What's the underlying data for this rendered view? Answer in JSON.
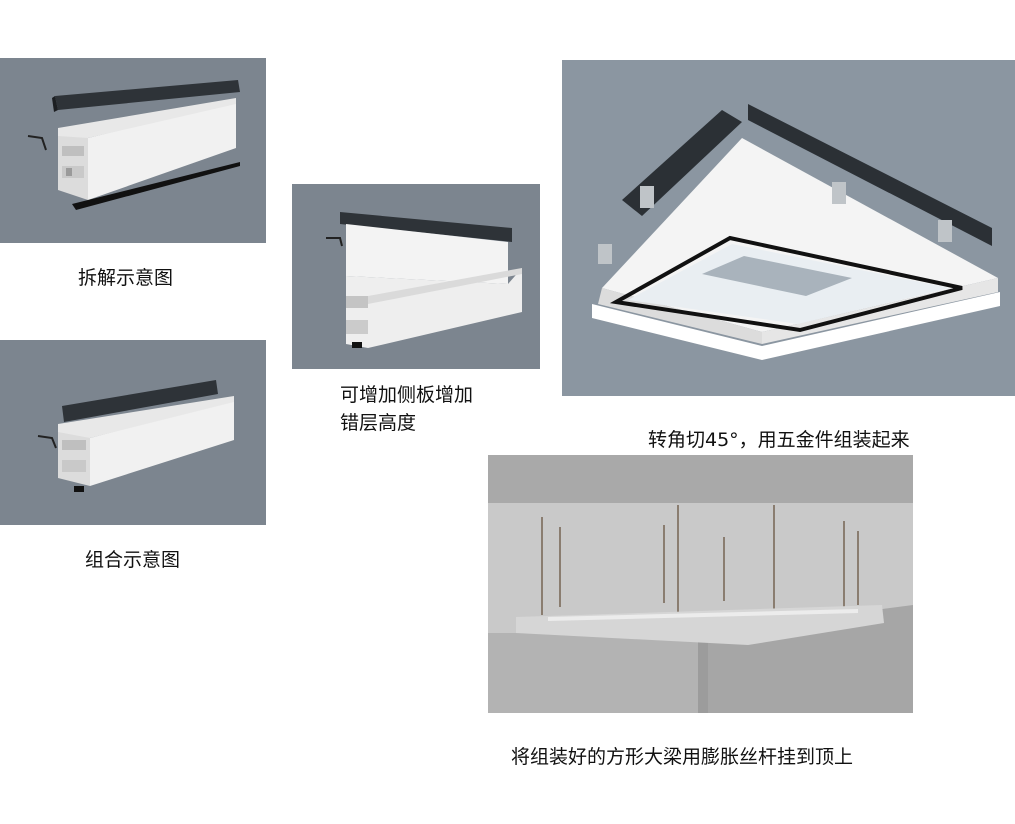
{
  "captions": {
    "exploded": "拆解示意图",
    "combined": "组合示意图",
    "sideplate_line1": "可增加侧板增加",
    "sideplate_line2": "错层高度",
    "corner": "转角切45°，用五金件组装起来",
    "hanging": "将组装好的方形大梁用膨胀丝杆挂到顶上"
  },
  "colors": {
    "panel_bg": "#7c858f",
    "corner_bg": "#8b96a1",
    "room_bg": "#b8b8b8",
    "profile_white": "#f2f2f2",
    "profile_dark": "#2e3338"
  }
}
